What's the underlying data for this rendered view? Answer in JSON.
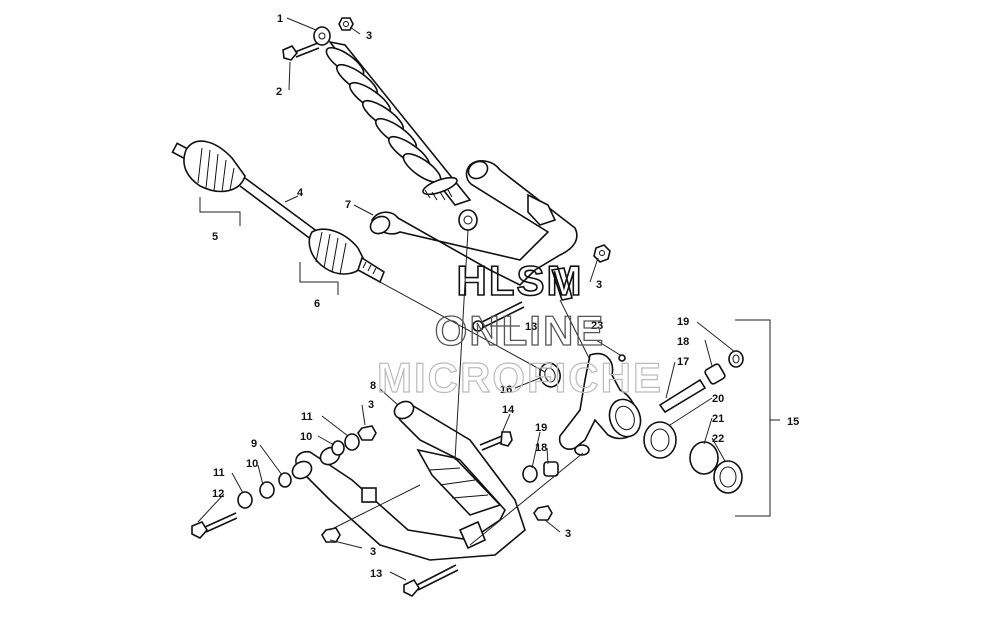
{
  "watermark": {
    "line1": "HLSM",
    "line2": "ONLINE",
    "line3": "MICROFICHE"
  },
  "callouts": [
    {
      "id": "c1",
      "text": "1"
    },
    {
      "id": "c2",
      "text": "2"
    },
    {
      "id": "c3a",
      "text": "3"
    },
    {
      "id": "c3b",
      "text": "3"
    },
    {
      "id": "c3c",
      "text": "3"
    },
    {
      "id": "c3d",
      "text": "3"
    },
    {
      "id": "c3e",
      "text": "3"
    },
    {
      "id": "c4",
      "text": "4"
    },
    {
      "id": "c5",
      "text": "5"
    },
    {
      "id": "c6",
      "text": "6"
    },
    {
      "id": "c7",
      "text": "7"
    },
    {
      "id": "c8",
      "text": "8"
    },
    {
      "id": "c9",
      "text": "9"
    },
    {
      "id": "c10a",
      "text": "10"
    },
    {
      "id": "c10b",
      "text": "10"
    },
    {
      "id": "c11a",
      "text": "11"
    },
    {
      "id": "c11b",
      "text": "11"
    },
    {
      "id": "c12",
      "text": "12"
    },
    {
      "id": "c13a",
      "text": "13"
    },
    {
      "id": "c13b",
      "text": "13"
    },
    {
      "id": "c14",
      "text": "14"
    },
    {
      "id": "c15",
      "text": "15"
    },
    {
      "id": "c16",
      "text": "16"
    },
    {
      "id": "c17",
      "text": "17"
    },
    {
      "id": "c18a",
      "text": "18"
    },
    {
      "id": "c18b",
      "text": "18"
    },
    {
      "id": "c19a",
      "text": "19"
    },
    {
      "id": "c19b",
      "text": "19"
    },
    {
      "id": "c20",
      "text": "20"
    },
    {
      "id": "c21",
      "text": "21"
    },
    {
      "id": "c22",
      "text": "22"
    },
    {
      "id": "c23",
      "text": "23"
    }
  ]
}
